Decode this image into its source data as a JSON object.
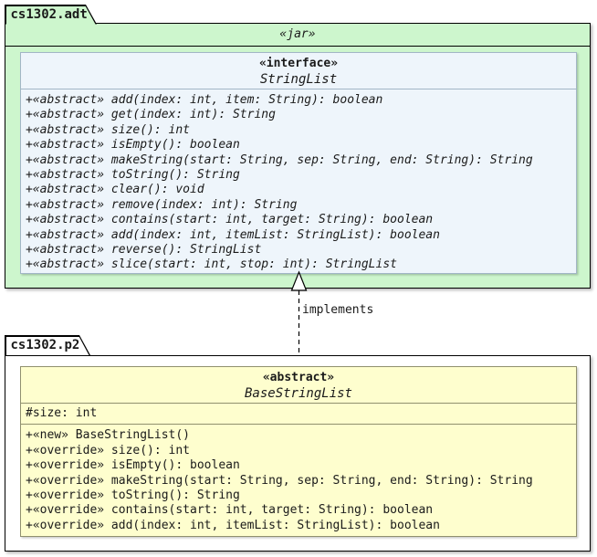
{
  "diagram_title": "StringList UML class diagram",
  "colors": {
    "package_adt_fill": "#cdf6cd",
    "package_adt_border": "#000000",
    "interface_fill": "#eef5fb",
    "interface_border": "#a2b6c6",
    "package_p2_fill": "#ffffff",
    "class_fill": "#fefece",
    "class_border": "#90906e",
    "text": "#1a1a1a"
  },
  "package_adt": {
    "tab_label": "cs1302.adt",
    "stereotype": "«jar»",
    "interface": {
      "stereotype": "«interface»",
      "name": "StringList",
      "methods": [
        "+«abstract» add(index: int, item: String): boolean",
        "+«abstract» get(index: int): String",
        "+«abstract» size(): int",
        "+«abstract» isEmpty(): boolean",
        "+«abstract» makeString(start: String, sep: String, end: String): String",
        "+«abstract» toString(): String",
        "+«abstract» clear(): void",
        "+«abstract» remove(index: int): String",
        "+«abstract» contains(start: int, target: String): boolean",
        "+«abstract» add(index: int, itemList: StringList): boolean",
        "+«abstract» reverse(): StringList",
        "+«abstract» slice(start: int, stop: int): StringList"
      ]
    }
  },
  "relationship": {
    "label": "implements",
    "type": "realization (dashed line, hollow triangle)"
  },
  "package_p2": {
    "tab_label": "cs1302.p2",
    "class": {
      "stereotype": "«abstract»",
      "name": "BaseStringList",
      "attributes": [
        "#size: int"
      ],
      "methods": [
        "+«new» BaseStringList()",
        "+«override» size(): int",
        "+«override» isEmpty(): boolean",
        "+«override» makeString(start: String, sep: String, end: String): String",
        "+«override» toString(): String",
        "+«override» contains(start: int, target: String): boolean",
        "+«override» add(index: int, itemList: StringList): boolean"
      ]
    }
  }
}
